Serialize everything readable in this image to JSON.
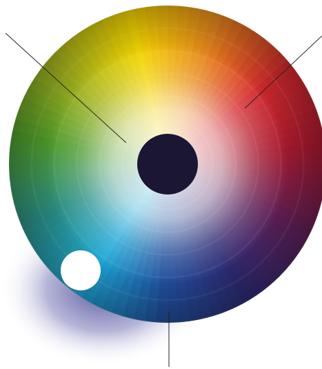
{
  "diagram": {
    "kind": "color-wheel",
    "rings": 7,
    "center_dot_color": "#1a1633",
    "marker_color": "#ffffff",
    "leader_line_color": "#222222",
    "hue_stops": [
      {
        "hue": "yellow",
        "color": "#f2d400"
      },
      {
        "hue": "orange",
        "color": "#e8891c"
      },
      {
        "hue": "red",
        "color": "#d42a2e"
      },
      {
        "hue": "crimson",
        "color": "#a5192f"
      },
      {
        "hue": "purple",
        "color": "#5d1f56"
      },
      {
        "hue": "indigo",
        "color": "#2d2a73"
      },
      {
        "hue": "blue",
        "color": "#1f4f9c"
      },
      {
        "hue": "cyan",
        "color": "#1ea8d8"
      },
      {
        "hue": "teal",
        "color": "#2a8f86"
      },
      {
        "hue": "green",
        "color": "#4e9a2b"
      },
      {
        "hue": "yellow-green",
        "color": "#a8b51c"
      }
    ]
  }
}
